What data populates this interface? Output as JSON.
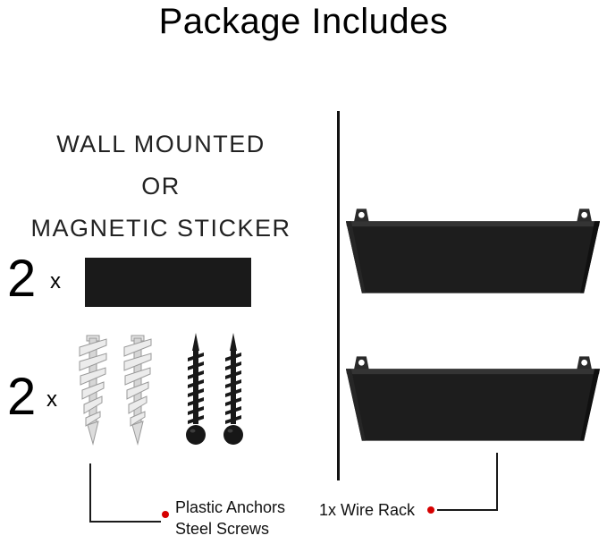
{
  "title": "Package Includes",
  "left": {
    "heading": [
      "WALL MOUNTED",
      "OR",
      "MAGNETIC STICKER"
    ],
    "sticker_row": {
      "qty": "2",
      "times": "x"
    },
    "hardware_row": {
      "qty": "2",
      "times": "x"
    },
    "hardware_label": [
      "Plastic Anchors",
      "Steel Screws"
    ]
  },
  "right": {
    "rack_label": "1x Wire Rack"
  },
  "colors": {
    "accent_red": "#d60000",
    "sticker_black": "#1a1a1a",
    "rack_black": "#1d1d1d"
  }
}
